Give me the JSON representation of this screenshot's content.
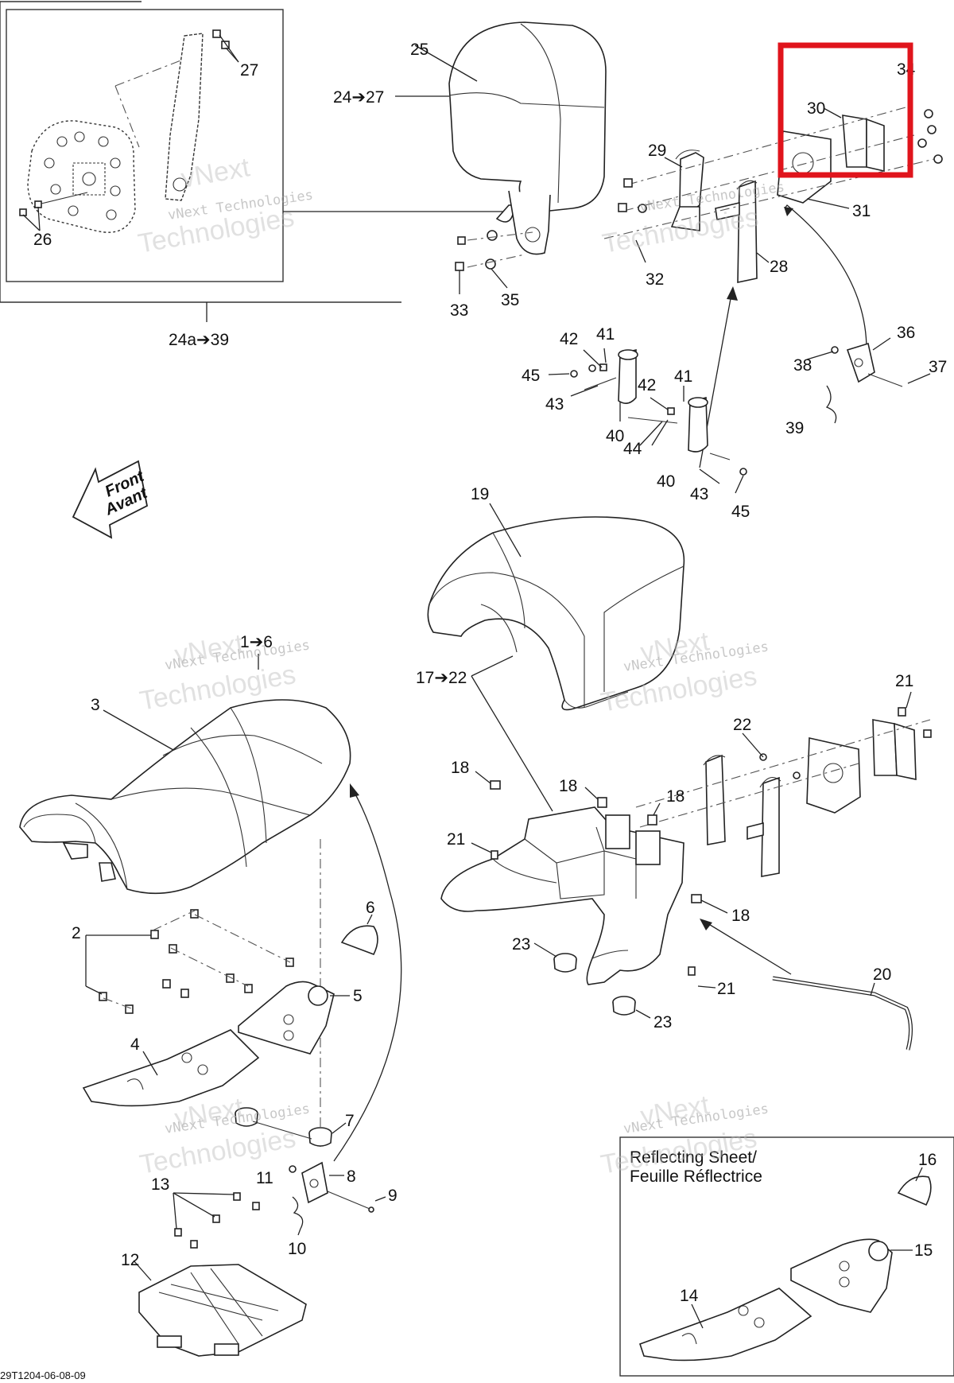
{
  "labels": {
    "l1_6": "1➔6",
    "l2": "2",
    "l3": "3",
    "l4": "4",
    "l5": "5",
    "l6": "6",
    "l7": "7",
    "l8": "8",
    "l9": "9",
    "l10": "10",
    "l11": "11",
    "l12": "12",
    "l13": "13",
    "l14": "14",
    "l15": "15",
    "l16": "16",
    "l17_22": "17➔22",
    "l18a": "18",
    "l18b": "18",
    "l18c": "18",
    "l18d": "18",
    "l19": "19",
    "l20": "20",
    "l21a": "21",
    "l21b": "21",
    "l21c": "21",
    "l22": "22",
    "l23a": "23",
    "l23b": "23",
    "l24_27": "24➔27",
    "l24a_39": "24a➔39",
    "l25": "25",
    "l26": "26",
    "l27": "27",
    "l28": "28",
    "l29": "29",
    "l30": "30",
    "l31": "31",
    "l32": "32",
    "l33": "33",
    "l34": "34",
    "l35": "35",
    "l36": "36",
    "l37": "37",
    "l38": "38",
    "l39": "39",
    "l40a": "40",
    "l40b": "40",
    "l41a": "41",
    "l41b": "41",
    "l42a": "42",
    "l42b": "42",
    "l43a": "43",
    "l43b": "43",
    "l44": "44",
    "l45a": "45",
    "l45b": "45"
  },
  "front_arrow": {
    "line1": "Front",
    "line2": "Avant"
  },
  "reflecting_sheet": {
    "line1": "Reflecting Sheet/",
    "line2": "Feuille Réflectrice"
  },
  "watermark": {
    "line1": "vNext Technologies",
    "line2": "vNext",
    "line3": "Technologies"
  },
  "drawing_code": "29T1204-06-08-09",
  "highlight": {
    "color": "#e0141c"
  }
}
